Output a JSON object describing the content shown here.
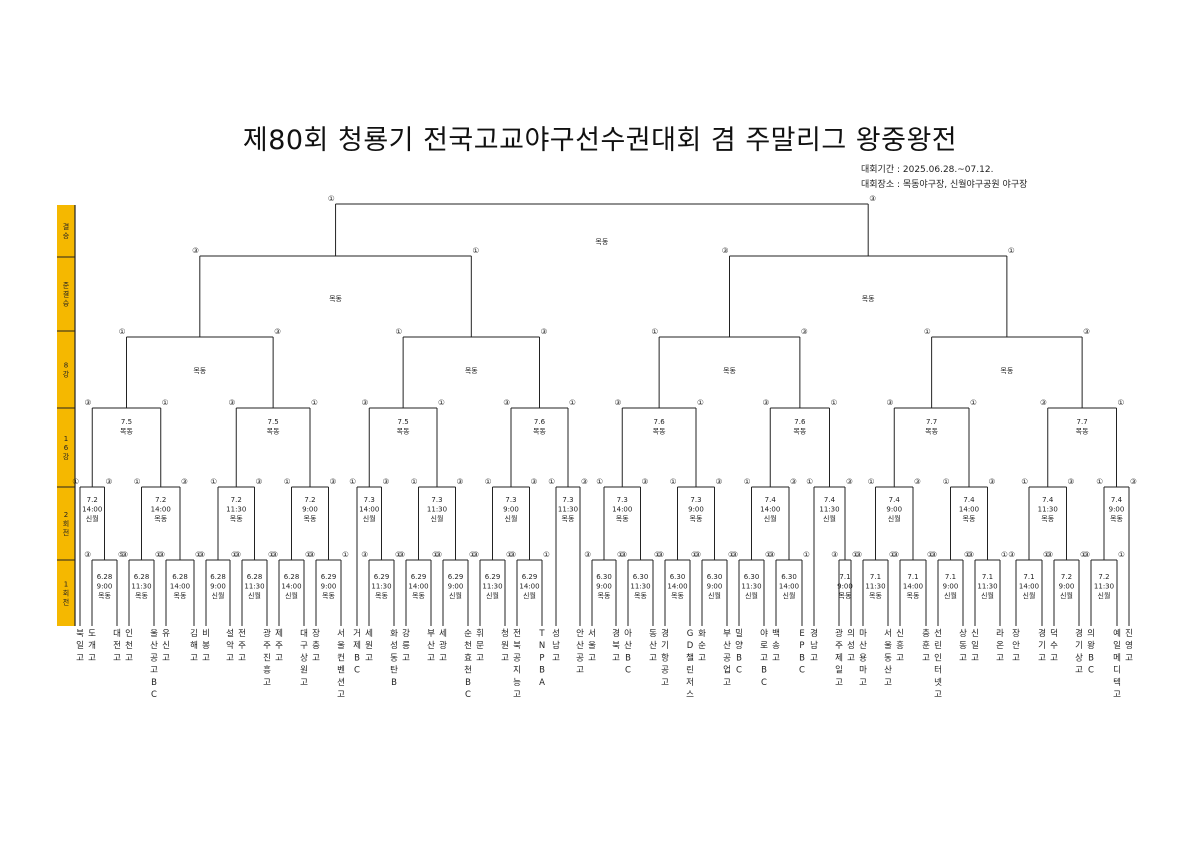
{
  "title": "제80회 청룡기 전국고교야구선수권대회 겸 주말리그 왕중왕전",
  "info": {
    "period": "대회기간 : 2025.06.28.~07.12.",
    "venue": "대회장소 : 목동야구장, 신월야구공원 야구장"
  },
  "round_labels": [
    "결승",
    "준결승",
    "8강",
    "16강",
    "2회전",
    "1회전"
  ],
  "bracket": {
    "final": {
      "scores": [
        "①",
        "③"
      ],
      "venue": "목동"
    },
    "semifinals": [
      {
        "scores": [
          "③",
          "①"
        ],
        "venue": "목동"
      },
      {
        "scores": [
          "③",
          "①"
        ],
        "venue": "목동"
      }
    ],
    "quarterfinals": [
      {
        "scores": [
          "①",
          "③"
        ],
        "venue": "목동"
      },
      {
        "scores": [
          "①",
          "③"
        ],
        "venue": "목동"
      },
      {
        "scores": [
          "①",
          "③"
        ],
        "venue": "목동"
      },
      {
        "scores": [
          "①",
          "③"
        ],
        "venue": "목동"
      }
    ],
    "round_of_16": [
      {
        "scores": [
          "③",
          "①"
        ],
        "date": "7.5",
        "venue": "목동"
      },
      {
        "scores": [
          "③",
          "①"
        ],
        "date": "7.5",
        "venue": "목동"
      },
      {
        "scores": [
          "③",
          "①"
        ],
        "date": "7.5",
        "venue": "목동"
      },
      {
        "scores": [
          "③",
          "①"
        ],
        "date": "7.6",
        "venue": "목동"
      },
      {
        "scores": [
          "③",
          "①"
        ],
        "date": "7.6",
        "venue": "목동"
      },
      {
        "scores": [
          "③",
          "①"
        ],
        "date": "7.6",
        "venue": "목동"
      },
      {
        "scores": [
          "③",
          "①"
        ],
        "date": "7.7",
        "venue": "목동"
      },
      {
        "scores": [
          "③",
          "①"
        ],
        "date": "7.7",
        "venue": "목동"
      }
    ],
    "round_2": [
      {
        "scores": [
          "①",
          "③"
        ],
        "date": "7.2",
        "time": "14:00",
        "venue": "신월"
      },
      {
        "scores": [
          "①",
          "③"
        ],
        "date": "7.2",
        "time": "14:00",
        "venue": "목동"
      },
      {
        "scores": [
          "①",
          "③"
        ],
        "date": "7.2",
        "time": "11:30",
        "venue": "목동"
      },
      {
        "scores": [
          "①",
          "③"
        ],
        "date": "7.2",
        "time": "9:00",
        "venue": "목동"
      },
      {
        "scores": [
          "①",
          "③"
        ],
        "date": "7.3",
        "time": "14:00",
        "venue": "신월"
      },
      {
        "scores": [
          "①",
          "③"
        ],
        "date": "7.3",
        "time": "11:30",
        "venue": "신월"
      },
      {
        "scores": [
          "①",
          "③"
        ],
        "date": "7.3",
        "time": "9:00",
        "venue": "신월"
      },
      {
        "scores": [
          "①",
          "③"
        ],
        "date": "7.3",
        "time": "11:30",
        "venue": "목동"
      },
      {
        "scores": [
          "①",
          "③"
        ],
        "date": "7.3",
        "time": "14:00",
        "venue": "목동"
      },
      {
        "scores": [
          "①",
          "③"
        ],
        "date": "7.3",
        "time": "9:00",
        "venue": "목동"
      },
      {
        "scores": [
          "①",
          "③"
        ],
        "date": "7.4",
        "time": "14:00",
        "venue": "신월"
      },
      {
        "scores": [
          "①",
          "③"
        ],
        "date": "7.4",
        "time": "11:30",
        "venue": "신월"
      },
      {
        "scores": [
          "①",
          "③"
        ],
        "date": "7.4",
        "time": "9:00",
        "venue": "신월"
      },
      {
        "scores": [
          "①",
          "③"
        ],
        "date": "7.4",
        "time": "14:00",
        "venue": "목동"
      },
      {
        "scores": [
          "①",
          "③"
        ],
        "date": "7.4",
        "time": "11:30",
        "venue": "목동"
      },
      {
        "scores": [
          "①",
          "③"
        ],
        "date": "7.4",
        "time": "9:00",
        "venue": "목동"
      }
    ],
    "round_1": [
      {
        "scores": [
          "③",
          "⑤"
        ],
        "date": "6.28",
        "time": "9:00",
        "venue": "목동"
      },
      {
        "scores": [
          "③",
          "①"
        ],
        "date": "6.28",
        "time": "11:30",
        "venue": "목동"
      },
      {
        "scores": [
          "③",
          "①"
        ],
        "date": "6.28",
        "time": "14:00",
        "venue": "목동"
      },
      {
        "scores": [
          "③",
          "①"
        ],
        "date": "6.28",
        "time": "9:00",
        "venue": "신월"
      },
      {
        "scores": [
          "③",
          "①"
        ],
        "date": "6.28",
        "time": "11:30",
        "venue": "신월"
      },
      {
        "scores": [
          "③",
          "①"
        ],
        "date": "6.28",
        "time": "14:00",
        "venue": "신월"
      },
      {
        "scores": [
          "③",
          "①"
        ],
        "date": "6.29",
        "time": "9:00",
        "venue": "목동"
      },
      {
        "scores": [
          "③",
          "①"
        ],
        "date": "6.29",
        "time": "11:30",
        "venue": "목동"
      },
      {
        "scores": [
          "③",
          "①"
        ],
        "date": "6.29",
        "time": "14:00",
        "venue": "목동"
      },
      {
        "scores": [
          "③",
          "①"
        ],
        "date": "6.29",
        "time": "9:00",
        "venue": "신월"
      },
      {
        "scores": [
          "③",
          "①"
        ],
        "date": "6.29",
        "time": "11:30",
        "venue": "신월"
      },
      {
        "scores": [
          "③",
          "①"
        ],
        "date": "6.29",
        "time": "14:00",
        "venue": "신월"
      },
      {
        "scores": [
          "③",
          "①"
        ],
        "date": "6.30",
        "time": "9:00",
        "venue": "목동"
      },
      {
        "scores": [
          "③",
          "①"
        ],
        "date": "6.30",
        "time": "11:30",
        "venue": "목동"
      },
      {
        "scores": [
          "③",
          "①"
        ],
        "date": "6.30",
        "time": "14:00",
        "venue": "목동"
      },
      {
        "scores": [
          "③",
          "①"
        ],
        "date": "6.30",
        "time": "9:00",
        "venue": "신월"
      },
      {
        "scores": [
          "③",
          "①"
        ],
        "date": "6.30",
        "time": "11:30",
        "venue": "신월"
      },
      {
        "scores": [
          "③",
          "①"
        ],
        "date": "6.30",
        "time": "14:00",
        "venue": "신월"
      },
      {
        "scores": [
          "③",
          "①"
        ],
        "date": "7.1",
        "time": "9:00",
        "venue": "목동"
      },
      {
        "scores": [
          "③",
          "①"
        ],
        "date": "7.1",
        "time": "11:30",
        "venue": "목동"
      },
      {
        "scores": [
          "③",
          "①"
        ],
        "date": "7.1",
        "time": "14:00",
        "venue": "목동"
      },
      {
        "scores": [
          "③",
          "①"
        ],
        "date": "7.1",
        "time": "9:00",
        "venue": "신월"
      },
      {
        "scores": [
          "③",
          "①"
        ],
        "date": "7.1",
        "time": "11:30",
        "venue": "신월"
      },
      {
        "scores": [
          "③",
          "①"
        ],
        "date": "7.1",
        "time": "14:00",
        "venue": "신월"
      },
      {
        "scores": [
          "③",
          "①"
        ],
        "date": "7.2",
        "time": "9:00",
        "venue": "신월"
      },
      {
        "scores": [
          "③",
          "①"
        ],
        "date": "7.2",
        "time": "11:30",
        "venue": "신월"
      }
    ]
  },
  "teams": [
    "북일고",
    "도개고",
    "대전고",
    "인천고",
    "울산공고BC",
    "유신고",
    "김해고",
    "비봉고",
    "설악고",
    "전주고",
    "광주진흥고",
    "제주고",
    "대구상원고",
    "장충고",
    "서울컨벤션고",
    "거제BC",
    "세원고",
    "화성동탄B",
    "강릉고",
    "부산고",
    "세광고",
    "순천효천BC",
    "휘문고",
    "청원고",
    "전북공지능고",
    "TNPBA",
    "성남고",
    "안산공고",
    "서울고",
    "경북고",
    "아산BC",
    "동산고",
    "경기항공고",
    "GD챌린저스",
    "화순고",
    "부산공업고",
    "밀양BC",
    "야로고BC",
    "백송고",
    "EPBC",
    "경남고",
    "광주제일고",
    "의성고",
    "마산용마고",
    "서울동산고",
    "신흥고",
    "충훈고",
    "선린인터넷고",
    "상동고",
    "신일고",
    "라온고",
    "장안고",
    "경기고",
    "덕수고",
    "경기상고",
    "의왕BC",
    "예일메디텍고",
    "진영고"
  ]
}
